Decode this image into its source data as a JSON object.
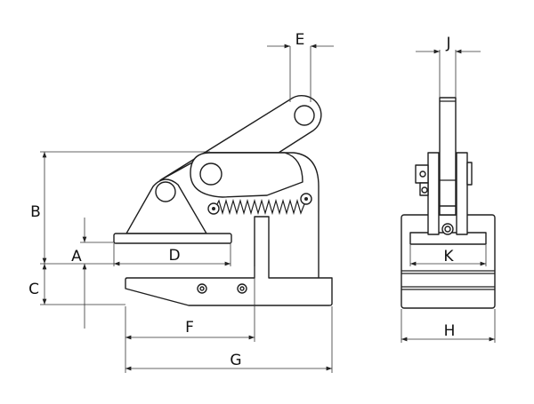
{
  "title": "Plate clamp dimension drawing",
  "side_view": {
    "labels": {
      "A": "A",
      "B": "B",
      "C": "C",
      "D": "D",
      "E": "E",
      "F": "F",
      "G": "G"
    }
  },
  "front_view": {
    "labels": {
      "H": "H",
      "J": "J",
      "K": "K"
    }
  },
  "colors": {
    "line": "#1e1e1e",
    "fill": "#ffffff"
  }
}
